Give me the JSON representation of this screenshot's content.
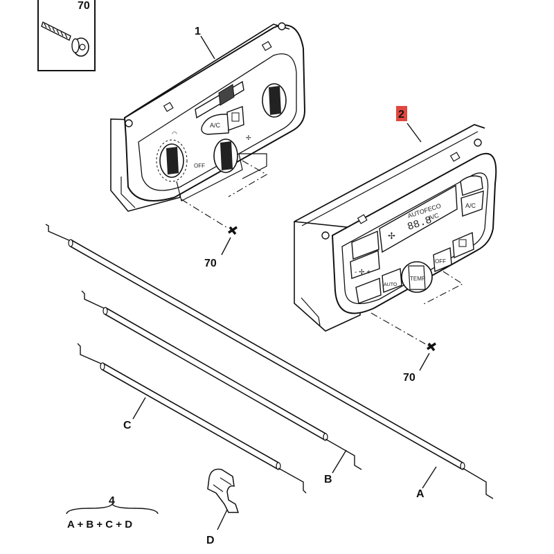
{
  "callouts": {
    "screw_ref_box": "70",
    "panel_manual": "1",
    "panel_auto": "2",
    "screw_ref_left": "70",
    "screw_ref_right": "70",
    "cable_a": "A",
    "cable_b": "B",
    "cable_c": "C",
    "clip_d": "D"
  },
  "kit": {
    "number": "4",
    "formula": "A + B + C + D"
  },
  "panel_manual_text": {
    "ac": "A/C",
    "off": "OFF"
  },
  "panel_auto_text": {
    "display_top": "AUTOFECO",
    "display_value": "88.8",
    "display_ac": "A/C",
    "ac": "A/C",
    "auto": "AUTO",
    "temp": "TEMP",
    "off": "OFF"
  },
  "colors": {
    "highlight": "#e0473f",
    "ink": "#111111"
  }
}
